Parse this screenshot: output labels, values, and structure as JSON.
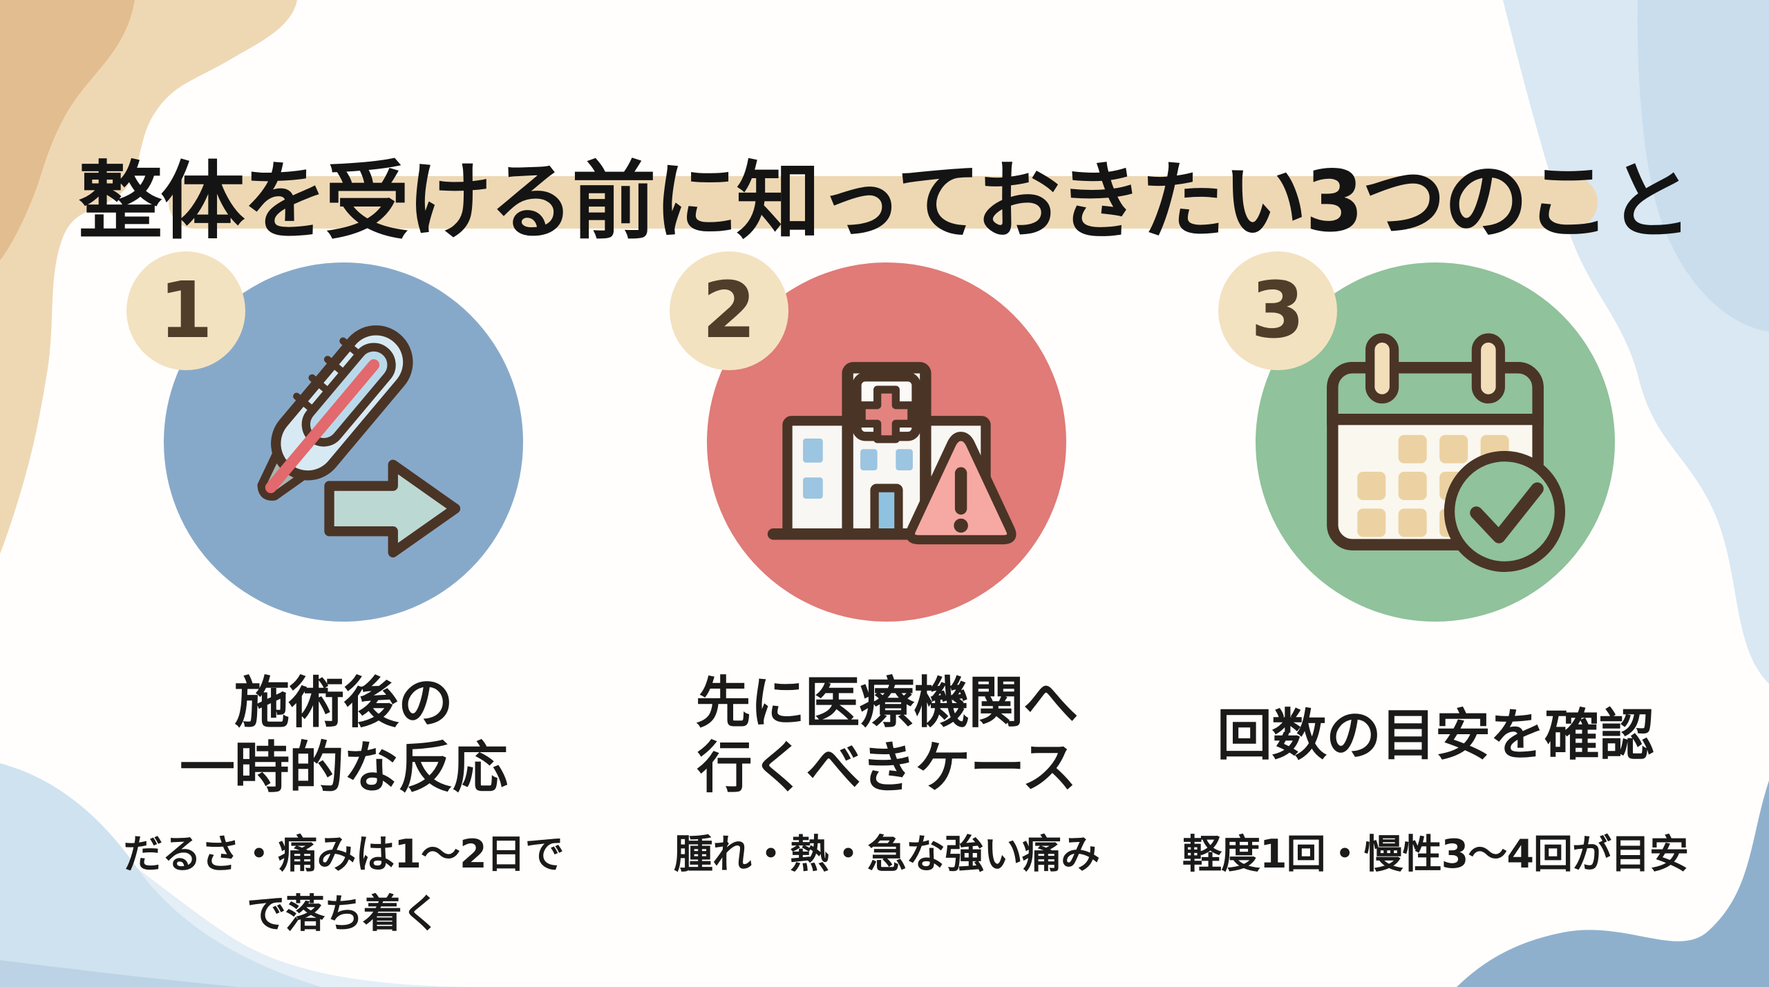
{
  "page": {
    "title": "整体を受ける前に知っておきたい3つのこと"
  },
  "items": [
    {
      "number": "1",
      "heading": "施術後の\n一時的な反応",
      "subtext": "だるさ・痛みは1〜2日で\nで落ち着く",
      "icon": "thermometer-arrow-icon",
      "circle_color": "#87a9c9"
    },
    {
      "number": "2",
      "heading": "先に医療機関へ\n行くべきケース",
      "subtext": "腫れ・熱・急な強い痛み",
      "icon": "hospital-warning-icon",
      "circle_color": "#e07b77"
    },
    {
      "number": "3",
      "heading": "回数の目安を確認",
      "subtext": "軽度1回・慢性3〜4回が目安",
      "icon": "calendar-check-icon",
      "circle_color": "#90c29b"
    }
  ],
  "colors": {
    "background": "#fffefd",
    "title_text": "#141414",
    "title_highlight": "#eed8b4",
    "badge_bg": "#f3e2c0",
    "badge_text": "#503e2a",
    "heading_text": "#1a1a1a",
    "icon_outline": "#4a3426",
    "decor_tan_light": "#eed8b4",
    "decor_tan_dark": "#e2bd90",
    "decor_blue_light": "#d9e8f3",
    "decor_blue_overlay": "#c9dded",
    "decor_blue_pale": "#cfe2ef",
    "decor_blue_bottom_right": "#8fb0cd"
  }
}
